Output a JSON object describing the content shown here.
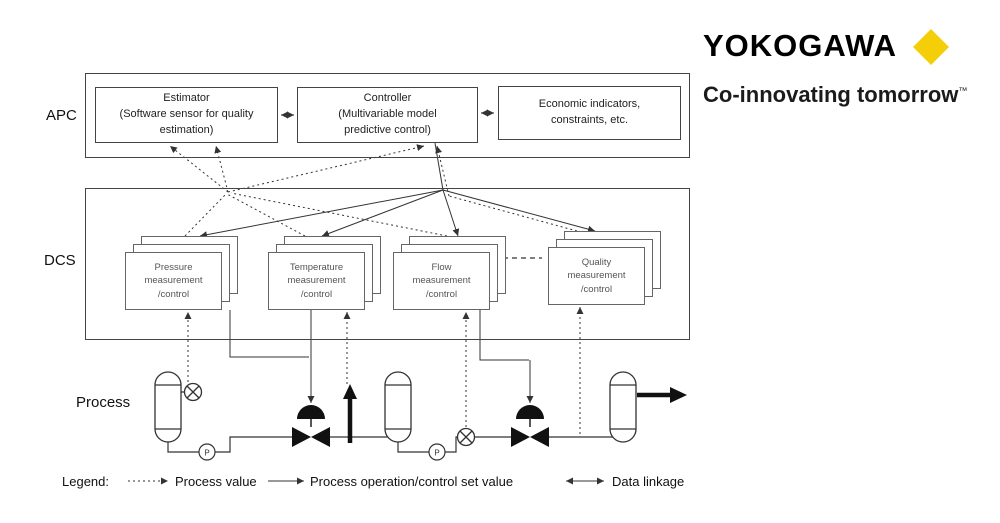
{
  "brand": {
    "logo_text": "YOKOGAWA",
    "diamond_color": "#F5CE0A",
    "tagline": "Co-innovating tomorrow",
    "trademark": "™"
  },
  "apc": {
    "label": "APC",
    "estimator": "Estimator\n(Software sensor for quality\nestimation)",
    "controller": "Controller\n(Multivariable model\npredictive control)",
    "economic": "Economic indicators,\nconstraints, etc."
  },
  "dcs": {
    "label": "DCS",
    "stacks": [
      {
        "label": "Pressure\nmeasurement\n/control"
      },
      {
        "label": "Temperature\nmeasurement\n/control"
      },
      {
        "label": "Flow\nmeasurement\n/control"
      },
      {
        "label": "Quality\nmeasurement\n/control"
      }
    ]
  },
  "process": {
    "label": "Process",
    "pump_label": "P"
  },
  "legend": {
    "label": "Legend:",
    "items": [
      {
        "label": "Process value",
        "style": "dotted"
      },
      {
        "label": "Process operation/control set value",
        "style": "solid"
      },
      {
        "label": "Data linkage",
        "style": "double"
      }
    ]
  }
}
